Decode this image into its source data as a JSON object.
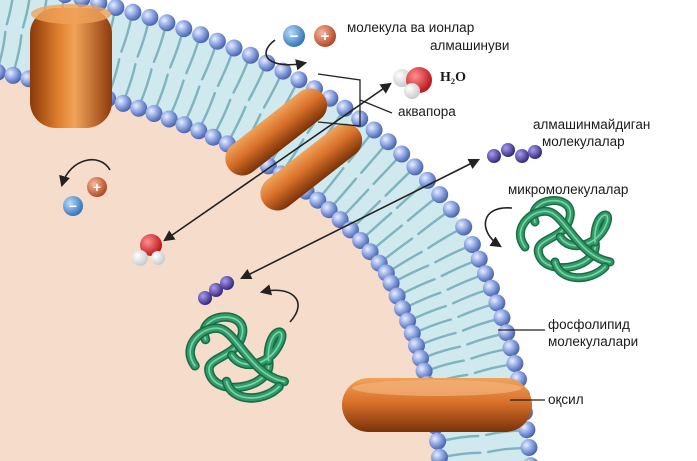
{
  "labels": {
    "ion_exchange_line1": "молекула ва ионлар",
    "ion_exchange_line2": "алмашинуви",
    "h2o": "H₂O",
    "aquaporin": "аквапора",
    "non_exchange_line1": "алмашинмайдиган",
    "non_exchange_line2": "молекулалар",
    "micromolecules": "микромолекулалар",
    "phospholipid_line1": "фосфолипид",
    "phospholipid_line2": "молекулалари",
    "protein": "оқсил"
  },
  "ion_signs": {
    "minus": "−",
    "plus": "+"
  },
  "colors": {
    "cytoplasm": "#f6dccb",
    "membrane_core": "#cfe9ee",
    "tail": "#7fb3bd",
    "head": "#7d96d6",
    "protein": "#cf6b1f",
    "ion_minus": "#4c8fd0",
    "ion_plus": "#cc5a32",
    "water_o": "#d8252a",
    "molecule": "#4a3a9c",
    "coil": "#2f9c6a"
  }
}
